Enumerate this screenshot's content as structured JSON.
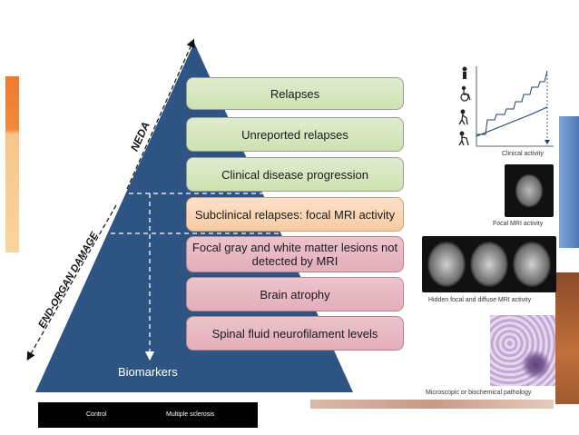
{
  "pyramid": {
    "arrow_neda": "NEDA",
    "arrow_damage": "END-ORGAN DAMAGE",
    "biomarkers": "Biomarkers",
    "levels": [
      {
        "label": "Relapses",
        "group": "green"
      },
      {
        "label": "Unreported relapses",
        "group": "green"
      },
      {
        "label": "Clinical disease progression",
        "group": "green"
      },
      {
        "label": "Subclinical relapses: focal MRI activity",
        "group": "orange"
      },
      {
        "label": "Focal gray and white matter lesions not detected by MRI",
        "group": "pink"
      },
      {
        "label": "Brain atrophy",
        "group": "pink"
      },
      {
        "label": "Spinal fluid neurofilament levels",
        "group": "pink"
      }
    ],
    "colors": {
      "pyramid": "#2e5484",
      "green": "#d6e7bf",
      "orange": "#f9d3b0",
      "pink": "#e8b9c2"
    }
  },
  "side_panels": {
    "clinical_activity": "Clinical activity",
    "focal_mri": "Focal MRI activity",
    "hidden_mri": "Hidden focal and diffuse MRI activity",
    "pathology": "Microscopic or biochemical pathology",
    "icons": [
      "person-standing-icon",
      "wheelchair-icon",
      "person-cane-icon",
      "person-walker-icon"
    ]
  },
  "legend": {
    "control": "Control",
    "ms": "Multiple sclerosis"
  }
}
